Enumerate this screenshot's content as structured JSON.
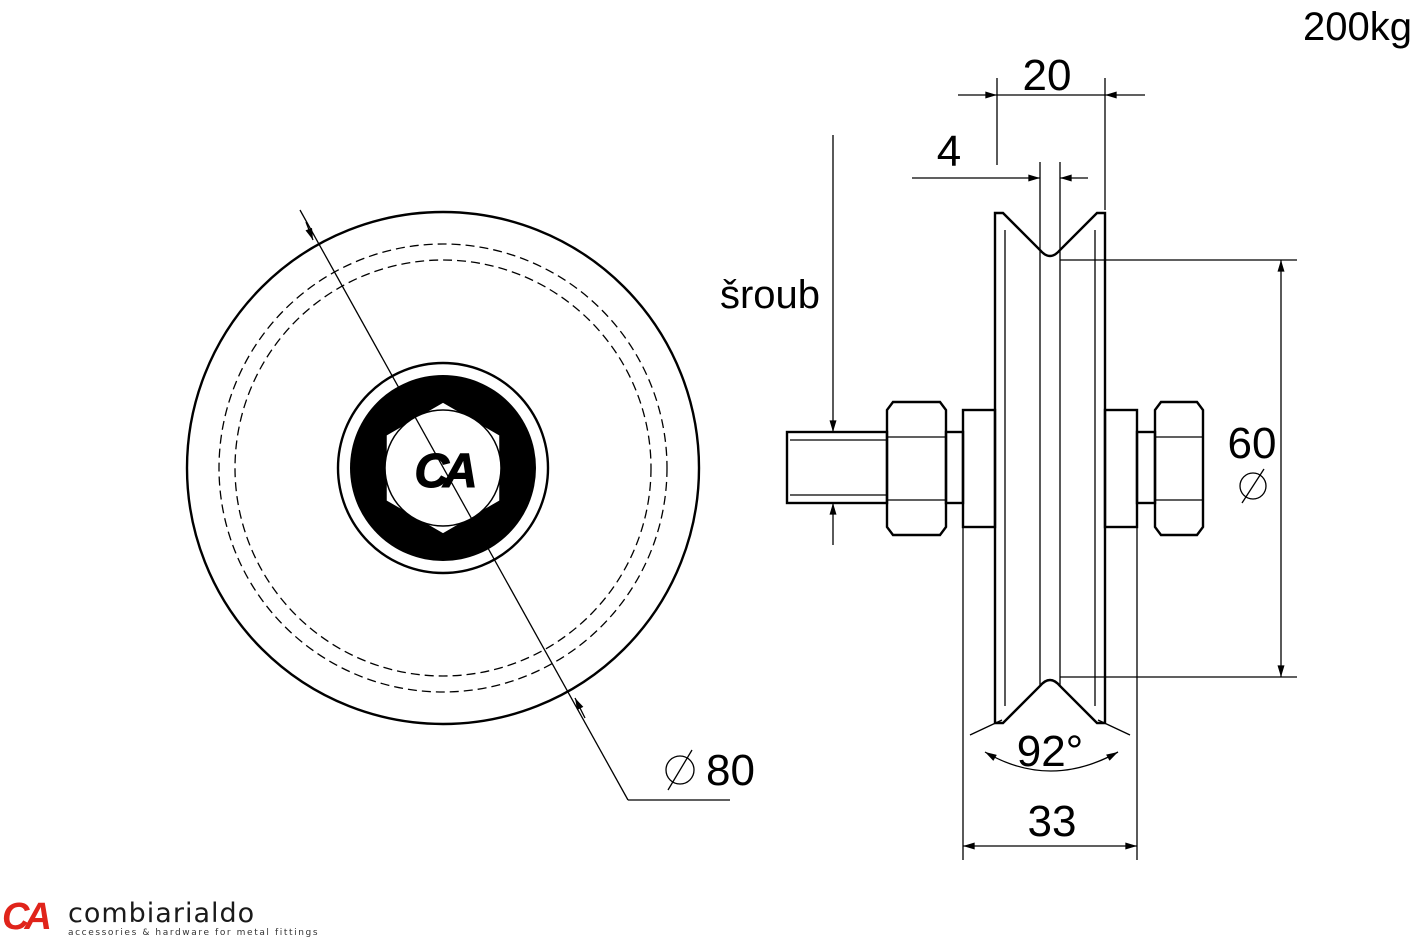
{
  "load_label": "200kg",
  "dimensions": {
    "width_total": "20",
    "groove_width": "4",
    "bolt_label": "šroub",
    "groove_diameter": "60",
    "groove_angle": "92°",
    "overall_length": "33",
    "outer_diameter": "80",
    "diameter_symbol": "⌀"
  },
  "hub_logo": "CA",
  "brand": {
    "logo_mark": "CA",
    "name": "combiarialdo",
    "tagline": "accessories & hardware for metal fittings",
    "color": "#e0241b"
  }
}
